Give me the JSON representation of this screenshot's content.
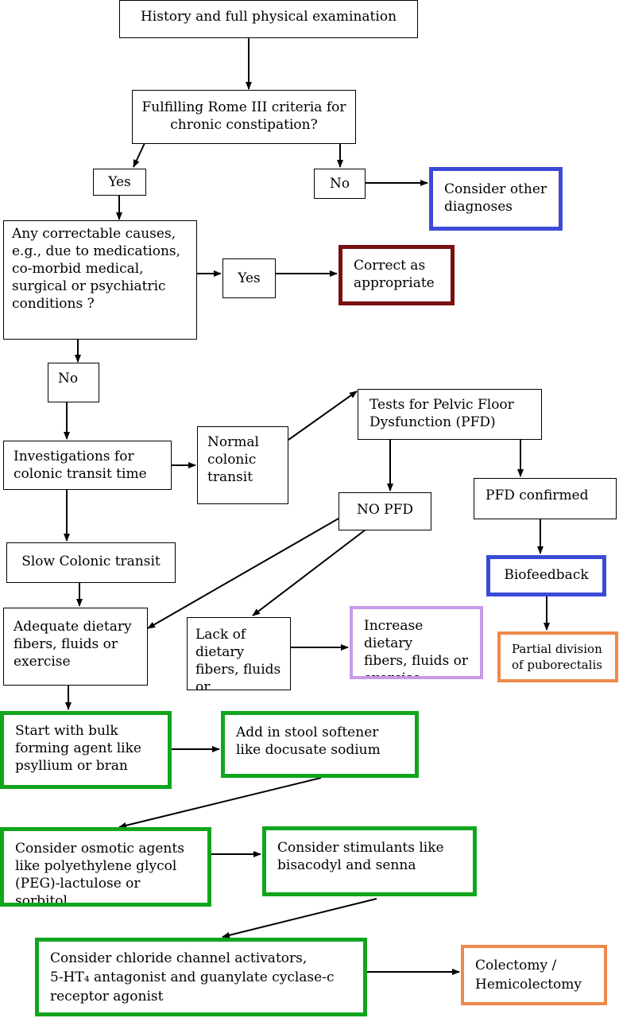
{
  "nodes": {
    "history": "History and full physical examination",
    "rome": "Fulfilling Rome III criteria for\nchronic constipation?",
    "yes1": "Yes",
    "no1": "No",
    "other_dx": "Consider other\ndiagnoses",
    "correctable": "Any correctable causes,\ne.g., due to medications,\nco-morbid medical,\nsurgical or psychiatric\nconditions ?",
    "yes2": "Yes",
    "correct": "Correct as\nappropriate",
    "no2": "No",
    "investigations": "Investigations for\ncolonic transit time",
    "normal_transit": "Normal\ncolonic\ntransit",
    "pfd_tests": "Tests for Pelvic Floor\nDysfunction (PFD)",
    "no_pfd": "NO PFD",
    "pfd_confirmed": "PFD confirmed",
    "biofeedback": "Biofeedback",
    "slow_transit": "Slow Colonic transit",
    "adequate": "Adequate dietary\nfibers, fluids or\nexercise",
    "lack": "Lack of dietary\nfibers, fluids or\nexercise",
    "increase": "Increase dietary\nfibers, fluids or\nexercise",
    "partial_division": "Partial division\nof puborectalis",
    "bulk": "Start with bulk\nforming agent like\npsyllium or bran",
    "softener": "Add in stool softener\nlike docusate sodium",
    "osmotic": "Consider osmotic agents\nlike polyethylene glycol\n(PEG)-lactulose or sorbitol",
    "stimulants": "Consider stimulants like\nbisacodyl and senna",
    "chloride": "Consider chloride channel activators,\n5-HT₄ antagonist and guanylate cyclase-c\nreceptor agonist",
    "colectomy": "Colectomy /\nHemicolectomy"
  },
  "colors": {
    "line": "#000000",
    "blue": "#3b4bd6",
    "maroon": "#7a1010",
    "green": "#11a51e",
    "orange": "#f0884a",
    "lilac": "#c79ae8"
  }
}
